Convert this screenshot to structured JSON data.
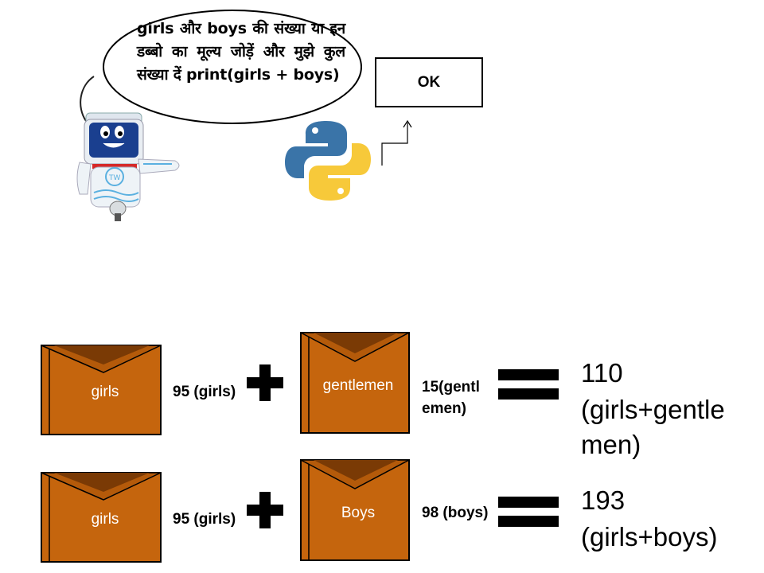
{
  "speech": {
    "text": "girls और  boys की संख्या या इन डब्बो का मूल्य जोड़ें और मुझे कुल संख्या दें  print(girls + boys)"
  },
  "ok_box": {
    "label": "OK"
  },
  "colors": {
    "box_fill": "#c5650d",
    "box_flap": "#b45a0a",
    "box_border": "#000000"
  },
  "rows": [
    {
      "left_box": "girls",
      "left_value": "95 (girls)",
      "right_box": "gentlemen",
      "right_value_1": "15(gentl",
      "right_value_2": "emen)",
      "result_1": "110",
      "result_2": "(girls+gentle",
      "result_3": "men)"
    },
    {
      "left_box": "girls",
      "left_value": "95 (girls)",
      "right_box": "Boys",
      "right_value": "98 (boys)",
      "result_1": "193",
      "result_2": "(girls+boys)"
    }
  ],
  "icons": {
    "robot": "robot-mascot-icon",
    "python": "python-logo-icon",
    "arrow": "arrow-up-icon",
    "plus": "plus-icon",
    "equals": "equals-icon"
  }
}
